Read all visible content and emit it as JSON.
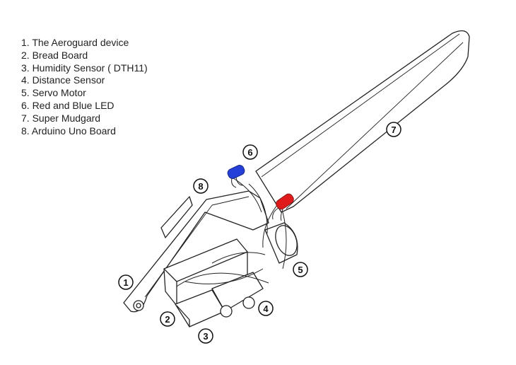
{
  "legend": {
    "items": [
      "1. The Aeroguard device",
      "2. Bread Board",
      "3. Humidity Sensor ( DTH11)",
      "4. Distance Sensor",
      "5. Servo Motor",
      "6. Red and Blue LED",
      "7. Super Mudgard",
      "8. Arduino Uno Board"
    ]
  },
  "callouts": [
    "1",
    "2",
    "3",
    "4",
    "5",
    "6",
    "7",
    "8"
  ],
  "colors": {
    "red_led": "#e01a1a",
    "blue_led": "#2440d8",
    "line": "#222222"
  }
}
